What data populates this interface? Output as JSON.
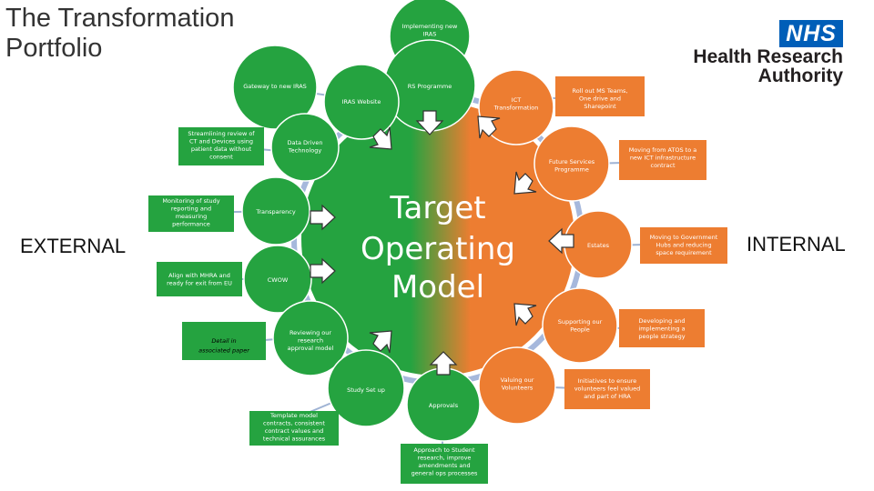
{
  "title": "The Transformation\nPortfolio",
  "side_labels": {
    "external": "EXTERNAL",
    "internal": "INTERNAL"
  },
  "logo": {
    "mark": "NHS",
    "line1": "Health Research",
    "line2": "Authority"
  },
  "colors": {
    "green": "#25a340",
    "orange": "#ed7d31",
    "ring": "#a6b8dc",
    "arrow_fill": "#ffffff",
    "brand": "#005eb8"
  },
  "center": {
    "line1": "Target",
    "line2": "Operating",
    "line3": "Model"
  },
  "nodes": {
    "implementing_iras": [
      "Implementing new",
      "IRAS"
    ],
    "gateway_iras": [
      "Gateway to new IRAS"
    ],
    "rs_programme": [
      "RS Programme"
    ],
    "iras_website": [
      "IRAS Website"
    ],
    "ict_transformation": [
      "ICT",
      "Transformation"
    ],
    "rollout_ms": [
      "Roll out MS Teams,",
      "One drive and",
      "Sharepoint"
    ],
    "streamlining": [
      "Streamlining review of",
      "CT and Devices  using",
      "patient data without",
      "consent"
    ],
    "data_driven": [
      "Data Driven",
      "Technology"
    ],
    "future_services": [
      "Future Services",
      "Programme"
    ],
    "moving_atos": [
      "Moving from ATOS to a",
      "new ICT infrastructure",
      "contract"
    ],
    "monitoring": [
      "Monitoring of study",
      "reporting and",
      "measuring",
      "performance"
    ],
    "transparency": [
      "Transparency"
    ],
    "estates": [
      "Estates"
    ],
    "moving_gov": [
      "Moving to Government",
      "Hubs and reducing",
      "space requirement"
    ],
    "align_mhra": [
      "Align with  MHRA and",
      "ready for exit from EU"
    ],
    "cwow": [
      "CWOW"
    ],
    "detail": [
      "Detail  in",
      "associated paper"
    ],
    "reviewing": [
      "Reviewing our",
      "research",
      "approval model"
    ],
    "supporting_people": [
      "Supporting our",
      "People"
    ],
    "developing_people": [
      "Developing and",
      "implementing a",
      "people strategy"
    ],
    "study_setup": [
      "Study Set up"
    ],
    "valuing_volunteers": [
      "Valuing our",
      "Volunteers"
    ],
    "initiatives_volunteers": [
      "Initiatives to ensure",
      "volunteers feel valued",
      "and part of HRA"
    ],
    "approvals": [
      "Approvals"
    ],
    "template_model": [
      "Template model",
      "contracts, consistent",
      "contract values and",
      "technical assurances"
    ],
    "student_research": [
      "Approach to Student",
      "research, improve",
      "amendments and",
      "general ops processes"
    ]
  }
}
